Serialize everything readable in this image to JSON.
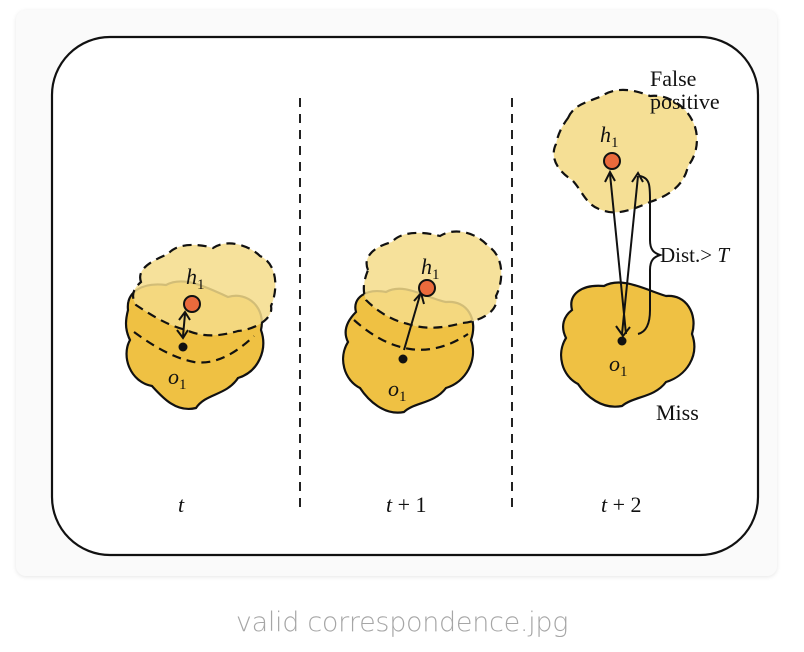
{
  "caption": "valid correspondence.jpg",
  "diagram": {
    "panels": [
      {
        "time_label_main": "t",
        "time_label_suffix": ""
      },
      {
        "time_label_main": "t",
        "time_label_suffix": " + 1"
      },
      {
        "time_label_main": "t",
        "time_label_suffix": " + 2"
      }
    ],
    "hypothesis_label": {
      "main": "h",
      "sub": "1"
    },
    "object_label": {
      "main": "o",
      "sub": "1"
    },
    "false_positive_label": {
      "line1": "False",
      "line2": "positive"
    },
    "distance_label": {
      "prefix": "Dist.> ",
      "threshold": "T"
    },
    "miss_label": "Miss",
    "colors": {
      "object_fill": "#efc143",
      "hypothesis_fill": "#f4dc8a",
      "hypothesis_point": "#ea6a3c",
      "outline": "#111111"
    }
  }
}
